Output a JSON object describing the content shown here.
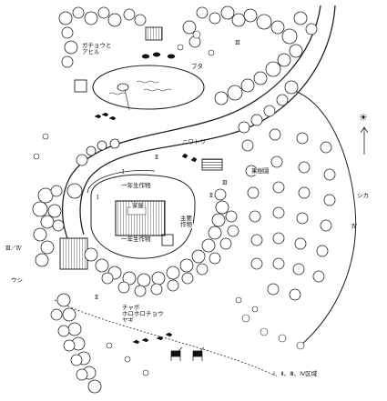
{
  "labels": {
    "ducks_geese": "ガチョウと\nアヒル",
    "pig": "ブタ",
    "chicken": "ニワトリ",
    "orchard": "果樹園",
    "deer": "シカ",
    "cattle": "ウシ",
    "annual_crops_top": "一年生作物",
    "house": "家屋",
    "annual_crops_bottom": "一年生作物",
    "staple_crops": "主要\n作物",
    "small_livestock": "チャボ\nホロホロチョウ\nヤギ",
    "zone_legend": "Ⅰ、Ⅱ、Ⅲ、Ⅳ区域"
  },
  "zones": {
    "zone_3_top": "Ⅲ",
    "zone_2_left": "Ⅱ",
    "zone_1_center": "Ⅰ",
    "zone_1_left": "Ⅰ",
    "zone_2_right": "Ⅱ",
    "zone_2_bottom": "Ⅱ",
    "zone_3_4_left": "Ⅲ／Ⅳ",
    "zone_4_right": "Ⅳ",
    "zone_3_mid": "Ⅲ"
  },
  "compass": {
    "north_glyph": "☀"
  }
}
